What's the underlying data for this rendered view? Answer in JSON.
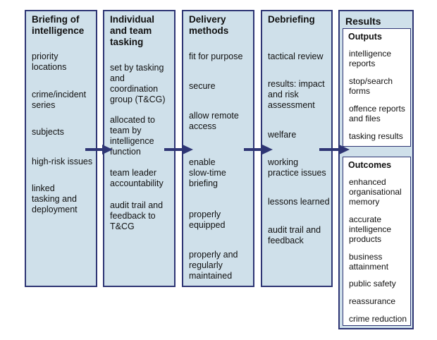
{
  "columns": [
    {
      "title": [
        "Briefing of",
        "intelligence"
      ],
      "items": [
        [
          "priority",
          "locations"
        ],
        [
          "crime/incident",
          "series"
        ],
        [
          "subjects"
        ],
        [
          "high-risk issues"
        ],
        [
          "linked",
          "tasking and",
          "deployment"
        ]
      ]
    },
    {
      "title": [
        "Individual",
        "and team",
        "tasking"
      ],
      "items": [
        [
          "set by tasking",
          "and",
          "coordination",
          "group (T&CG)"
        ],
        [
          "allocated to",
          "team by",
          "intelligence",
          "function"
        ],
        [
          "team leader",
          "accountability"
        ],
        [
          "audit trail and",
          "feedback to",
          "T&CG"
        ]
      ]
    },
    {
      "title": [
        "Delivery",
        "methods"
      ],
      "items": [
        [
          "fit for purpose"
        ],
        [
          "secure"
        ],
        [
          "allow remote",
          "access"
        ],
        [
          "enable",
          "slow-time",
          "briefing"
        ],
        [
          "properly",
          "equipped"
        ],
        [
          "properly and",
          "regularly",
          "maintained"
        ]
      ]
    },
    {
      "title": [
        "Debriefing"
      ],
      "items": [
        [
          "tactical review"
        ],
        [
          "results: impact",
          "and risk",
          "assessment"
        ],
        [
          "welfare"
        ],
        [
          "working",
          "practice issues"
        ],
        [
          "lessons learned"
        ],
        [
          "audit trail and",
          "feedback"
        ]
      ]
    }
  ],
  "results": {
    "title": "Results",
    "outputs": {
      "title": "Outputs",
      "items": [
        [
          "intelligence",
          "reports"
        ],
        [
          "stop/search",
          "forms"
        ],
        [
          "offence reports",
          "and files"
        ],
        [
          "tasking results"
        ]
      ]
    },
    "outcomes": {
      "title": "Outcomes",
      "items": [
        [
          "enhanced",
          "organisational",
          "memory"
        ],
        [
          "accurate",
          "intelligence",
          "products"
        ],
        [
          "business",
          "attainment"
        ],
        [
          "public safety"
        ],
        [
          "reassurance"
        ],
        [
          "crime reduction"
        ]
      ]
    }
  },
  "colors": {
    "column_fill": "#cfe0ea",
    "border": "#2e3574",
    "arrow": "#2e3574",
    "results_fill": "#cfe0ea",
    "box_fill": "#ffffff"
  }
}
